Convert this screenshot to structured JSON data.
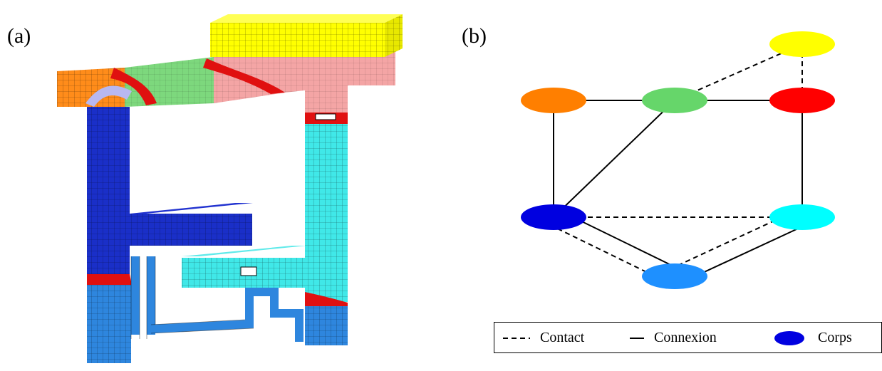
{
  "panels": {
    "a": "(a)",
    "b": "(b)"
  },
  "colors": {
    "yellow": "#FFFF00",
    "orange": "#FF7F00",
    "green": "#66D66A",
    "red": "#FF0000",
    "blue": "#0000E0",
    "cyan": "#00FFFF",
    "lightblue": "#1E90FF",
    "pink": "#F09A9A"
  },
  "graph": {
    "nodes": [
      {
        "id": "yellow",
        "color": "#FFFF00"
      },
      {
        "id": "orange",
        "color": "#FF7F00"
      },
      {
        "id": "green",
        "color": "#66D66A"
      },
      {
        "id": "red",
        "color": "#FF0000"
      },
      {
        "id": "blue",
        "color": "#0000E0"
      },
      {
        "id": "cyan",
        "color": "#00FFFF"
      },
      {
        "id": "lightblue",
        "color": "#1E90FF"
      }
    ],
    "edges": [
      {
        "from": "orange",
        "to": "green",
        "type": "connexion"
      },
      {
        "from": "green",
        "to": "red",
        "type": "connexion"
      },
      {
        "from": "orange",
        "to": "blue",
        "type": "connexion"
      },
      {
        "from": "green",
        "to": "blue",
        "type": "connexion"
      },
      {
        "from": "red",
        "to": "cyan",
        "type": "connexion"
      },
      {
        "from": "blue",
        "to": "lightblue",
        "type": "connexion"
      },
      {
        "from": "cyan",
        "to": "lightblue",
        "type": "connexion"
      },
      {
        "from": "green",
        "to": "yellow",
        "type": "contact"
      },
      {
        "from": "red",
        "to": "yellow",
        "type": "contact"
      },
      {
        "from": "blue",
        "to": "cyan",
        "type": "contact"
      },
      {
        "from": "blue",
        "to": "lightblue",
        "type": "contact"
      },
      {
        "from": "cyan",
        "to": "lightblue",
        "type": "contact"
      }
    ]
  },
  "legend": {
    "contact": "Contact",
    "connexion": "Connexion",
    "corps": "Corps"
  }
}
